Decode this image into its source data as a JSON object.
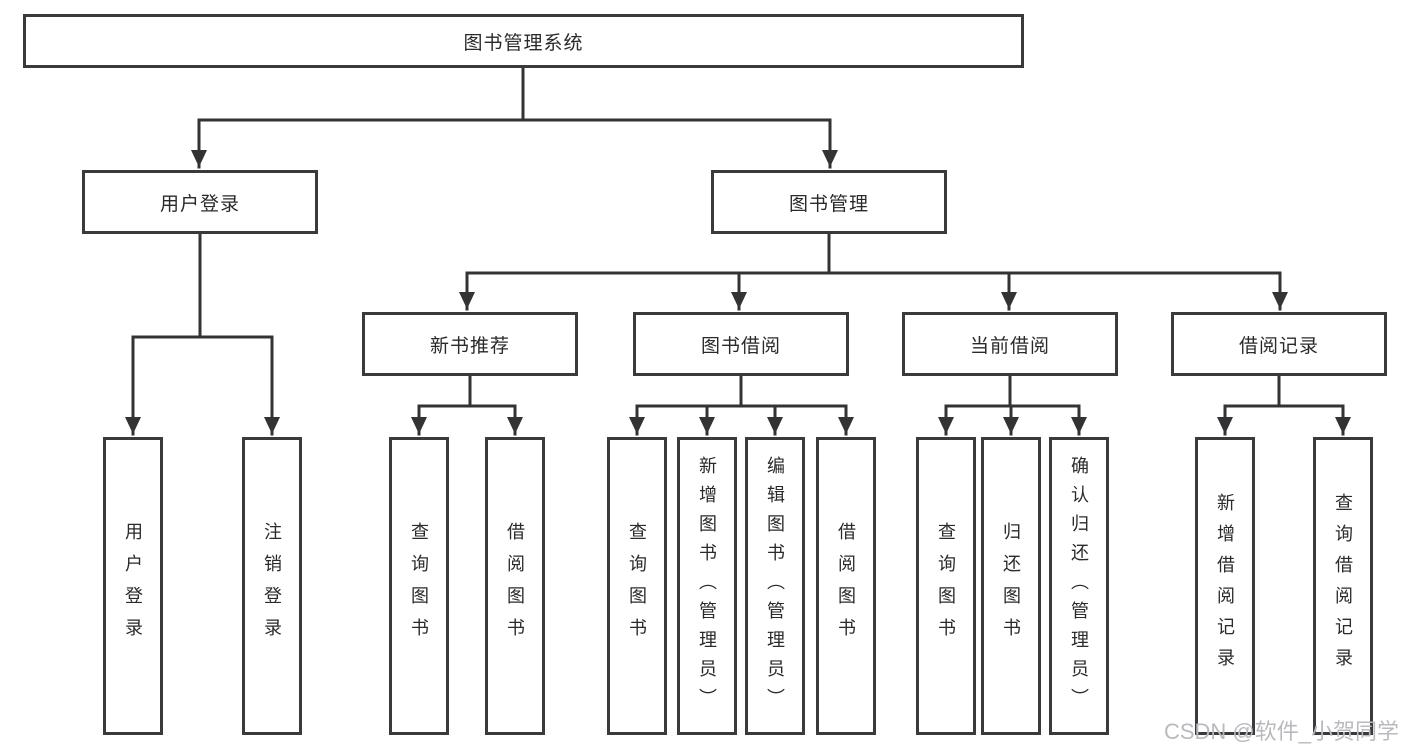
{
  "watermark": {
    "text": "CSDN @软件_小贺同学"
  },
  "tree": {
    "label": "图书管理系统",
    "children": [
      {
        "label": "用户登录",
        "children": [
          {
            "label": "用户登录"
          },
          {
            "label": "注销登录"
          }
        ]
      },
      {
        "label": "图书管理",
        "children": [
          {
            "label": "新书推荐",
            "children": [
              {
                "label": "查询图书"
              },
              {
                "label": "借阅图书"
              }
            ]
          },
          {
            "label": "图书借阅",
            "children": [
              {
                "label": "查询图书"
              },
              {
                "label": "新增图书（管理员）"
              },
              {
                "label": "编辑图书（管理员）"
              },
              {
                "label": "借阅图书"
              }
            ]
          },
          {
            "label": "当前借阅",
            "children": [
              {
                "label": "查询图书"
              },
              {
                "label": "归还图书"
              },
              {
                "label": "确认归还（管理员）"
              }
            ]
          },
          {
            "label": "借阅记录",
            "children": [
              {
                "label": "新增借阅记录"
              },
              {
                "label": "查询借阅记录"
              }
            ]
          }
        ]
      }
    ]
  },
  "colors": {
    "line": "#333336",
    "border": "#3a3a3c",
    "text": "#2a2a2c",
    "watermark": "#b9babe"
  }
}
